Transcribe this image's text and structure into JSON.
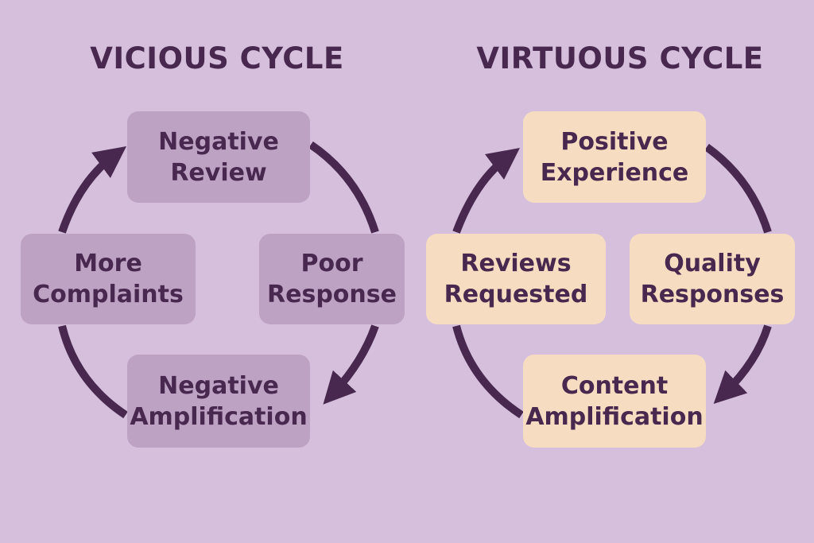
{
  "colors": {
    "background": "#d5bfdc",
    "text_and_arrows": "#48284f",
    "vicious_box": "#bea2c4",
    "virtuous_box": "#f6dcc0"
  },
  "vicious": {
    "title": "VICIOUS CYCLE",
    "nodes": [
      {
        "line1": "Negative",
        "line2": "Review"
      },
      {
        "line1": "Poor",
        "line2": "Response"
      },
      {
        "line1": "Negative",
        "line2": "Amplification"
      },
      {
        "line1": "More",
        "line2": "Complaints"
      }
    ],
    "direction": "clockwise"
  },
  "virtuous": {
    "title": "VIRTUOUS CYCLE",
    "nodes": [
      {
        "line1": "Positive",
        "line2": "Experience"
      },
      {
        "line1": "Quality",
        "line2": "Responses"
      },
      {
        "line1": "Content",
        "line2": "Amplification"
      },
      {
        "line1": "Reviews",
        "line2": "Requested"
      }
    ],
    "direction": "clockwise"
  }
}
